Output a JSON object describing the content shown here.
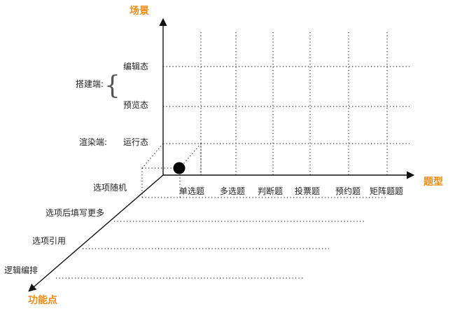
{
  "axes": {
    "vertical_title": "场景",
    "horizontal_title": "题型",
    "depth_title": "功能点",
    "title_color": "#f08a1a"
  },
  "scenes": {
    "builder_group_label": "搭建端:",
    "renderer_group_label": "渲染端:",
    "edit_state": "编辑态",
    "preview_state": "预览态",
    "run_state": "运行态"
  },
  "question_types": [
    "单选题",
    "多选题",
    "判断题",
    "投票题",
    "预约题",
    "矩阵题题"
  ],
  "features": [
    "选项随机",
    "选项后填写更多",
    "选项引用",
    "逻辑编排"
  ],
  "brace_symbol": "{",
  "origin_marker": "filled-circle"
}
